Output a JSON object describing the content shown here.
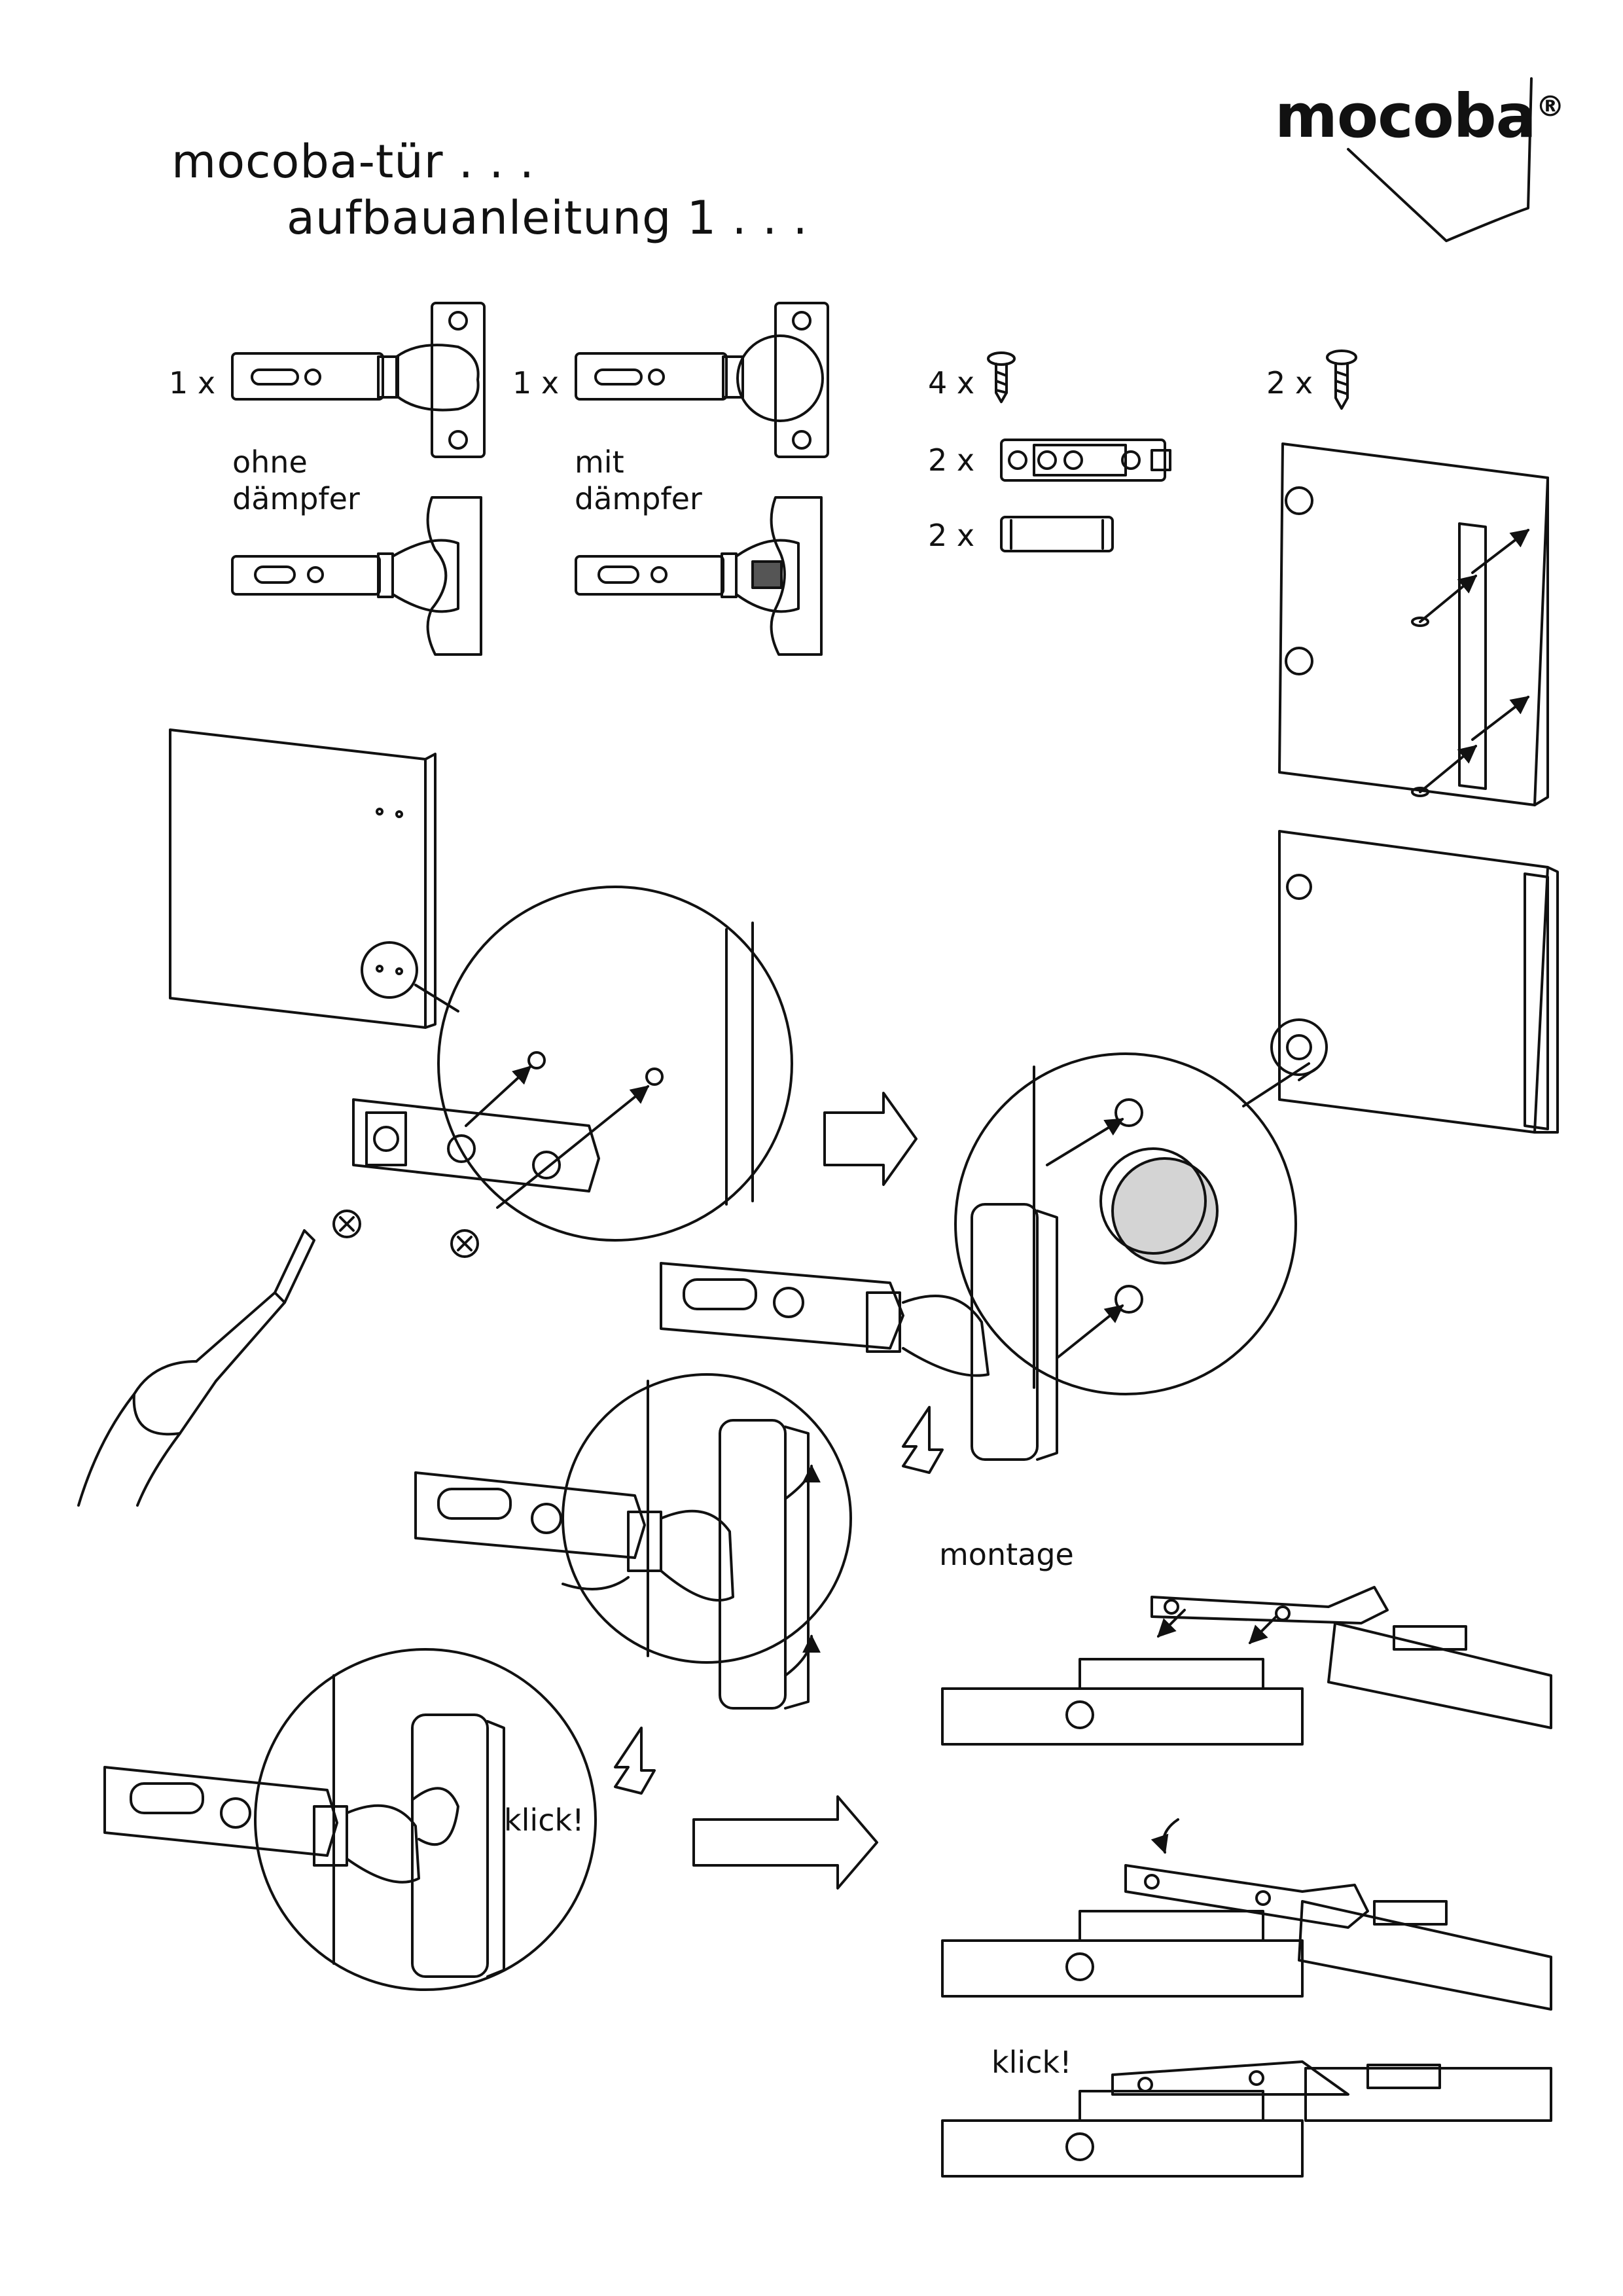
{
  "header": {
    "title_line1": "mocoba-tür . . .",
    "title_line2": "aufbauanleitung 1 . . ."
  },
  "brand": {
    "name": "mocoba",
    "mark": "®"
  },
  "parts": {
    "hinge_plain_qty": "1 x",
    "hinge_plain_label_line1": "ohne",
    "hinge_plain_label_line2": "dämpfer",
    "hinge_damper_qty": "1 x",
    "hinge_damper_label_line1": "mit",
    "hinge_damper_label_line2": "dämpfer",
    "screw_small_qty": "4 x",
    "mounting_plate_qty": "2 x",
    "spacer_qty": "2 x",
    "screw_large_qty": "2 x"
  },
  "steps": {
    "montage_label": "montage",
    "click_label_mid": "klick!",
    "click_label_bottom": "klick!"
  },
  "colors": {
    "line": "#111111",
    "fill_panel": "#ffffff",
    "fill_shade": "#d4d4d4",
    "fill_dark": "#555555"
  }
}
